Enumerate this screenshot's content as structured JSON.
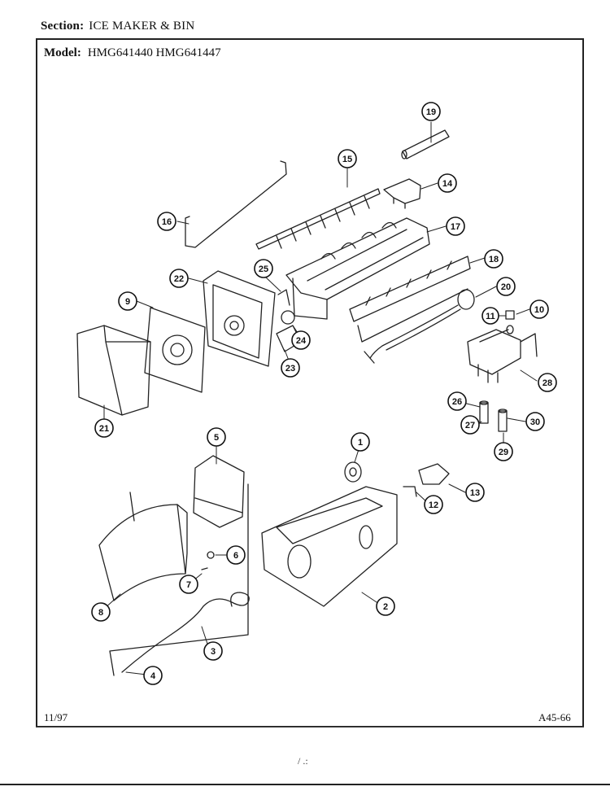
{
  "header": {
    "section_label": "Section:",
    "section_value": "ICE MAKER & BIN",
    "model_label": "Model:",
    "model_values": "HMG641440  HMG641447"
  },
  "footer": {
    "date": "11/97",
    "page_code": "A45-66"
  },
  "stray_mark": "/ .:",
  "callouts": [
    {
      "id": "c1",
      "label": "1"
    },
    {
      "id": "c2",
      "label": "2"
    },
    {
      "id": "c3",
      "label": "3"
    },
    {
      "id": "c4",
      "label": "4"
    },
    {
      "id": "c5",
      "label": "5"
    },
    {
      "id": "c6",
      "label": "6"
    },
    {
      "id": "c7",
      "label": "7"
    },
    {
      "id": "c8",
      "label": "8"
    },
    {
      "id": "c9",
      "label": "9"
    },
    {
      "id": "c10",
      "label": "10"
    },
    {
      "id": "c11",
      "label": "11"
    },
    {
      "id": "c12",
      "label": "12"
    },
    {
      "id": "c13",
      "label": "13"
    },
    {
      "id": "c14",
      "label": "14"
    },
    {
      "id": "c15",
      "label": "15"
    },
    {
      "id": "c16",
      "label": "16"
    },
    {
      "id": "c17",
      "label": "17"
    },
    {
      "id": "c18",
      "label": "18"
    },
    {
      "id": "c19",
      "label": "19"
    },
    {
      "id": "c20",
      "label": "20"
    },
    {
      "id": "c21",
      "label": "21"
    },
    {
      "id": "c22",
      "label": "22"
    },
    {
      "id": "c23",
      "label": "23"
    },
    {
      "id": "c24",
      "label": "24"
    },
    {
      "id": "c25",
      "label": "25"
    },
    {
      "id": "c26",
      "label": "26"
    },
    {
      "id": "c27",
      "label": "27"
    },
    {
      "id": "c28",
      "label": "28"
    },
    {
      "id": "c29",
      "label": "29"
    },
    {
      "id": "c30",
      "label": "30"
    }
  ]
}
